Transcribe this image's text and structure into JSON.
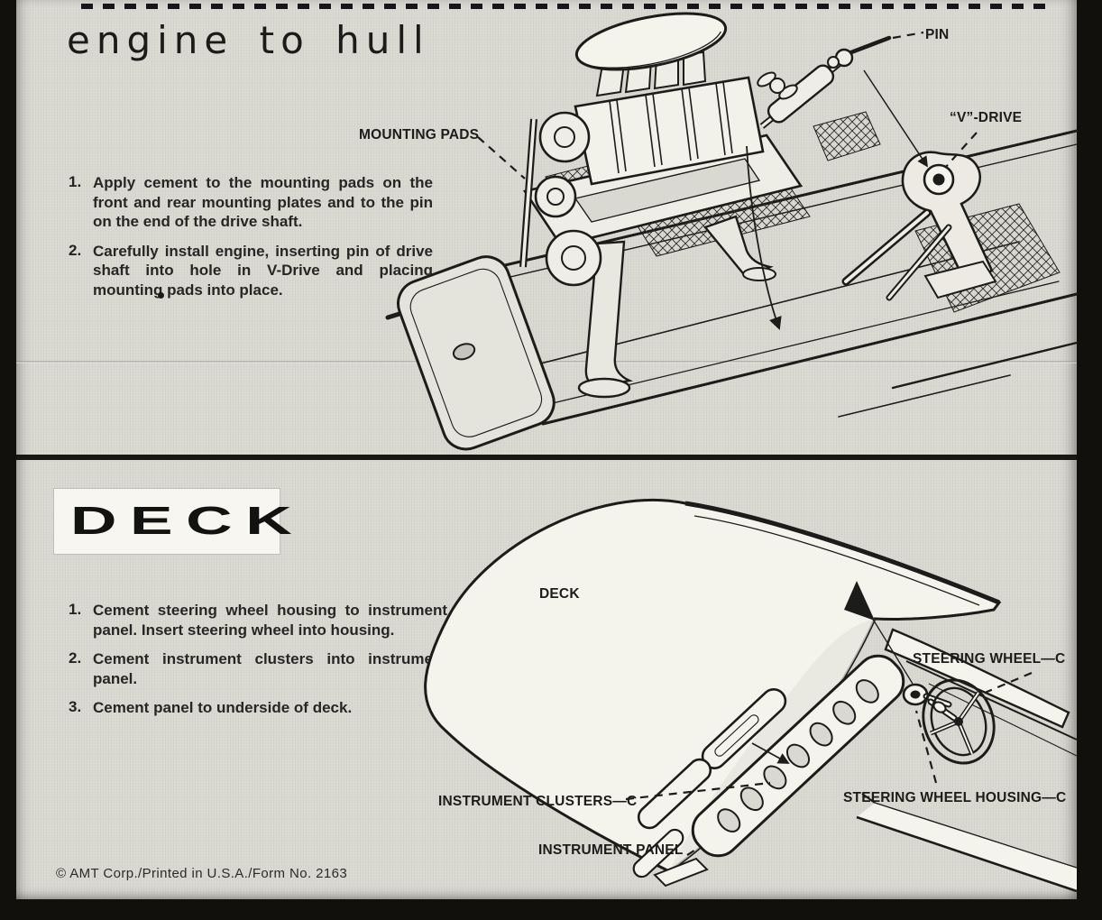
{
  "colors": {
    "paper": "#d9d8d1",
    "ink": "#1c1c1b",
    "part_white": "#f4f3ec",
    "border_black": "#12100c"
  },
  "engine_section": {
    "title": "engine to hull",
    "steps": [
      {
        "num": "1.",
        "text": "Apply cement to the mounting pads on the front and rear mounting plates and to the pin on the end of the drive shaft."
      },
      {
        "num": "2.",
        "text": "Carefully install engine, inserting pin of drive shaft into hole in V-Drive and placing mounting pads into place."
      }
    ],
    "labels": {
      "mounting_pads": "MOUNTING PADS",
      "pin": "PIN",
      "v_drive": "“V”-DRIVE"
    }
  },
  "deck_section": {
    "title": "DECK",
    "steps": [
      {
        "num": "1.",
        "text": "Cement steering wheel housing to instrument panel. Insert steering wheel into housing."
      },
      {
        "num": "2.",
        "text": "Cement instrument clusters into instrument panel."
      },
      {
        "num": "3.",
        "text": "Cement panel to underside of deck."
      }
    ],
    "labels": {
      "deck": "DECK",
      "steering_wheel": "STEERING WHEEL—C",
      "instrument_clusters": "INSTRUMENT CLUSTERS—C",
      "steering_wheel_housing": "STEERING WHEEL HOUSING—C",
      "instrument_panel": "INSTRUMENT PANEL"
    }
  },
  "footer": {
    "copyright": "© AMT Corp./Printed in U.S.A./Form No. 2163"
  }
}
